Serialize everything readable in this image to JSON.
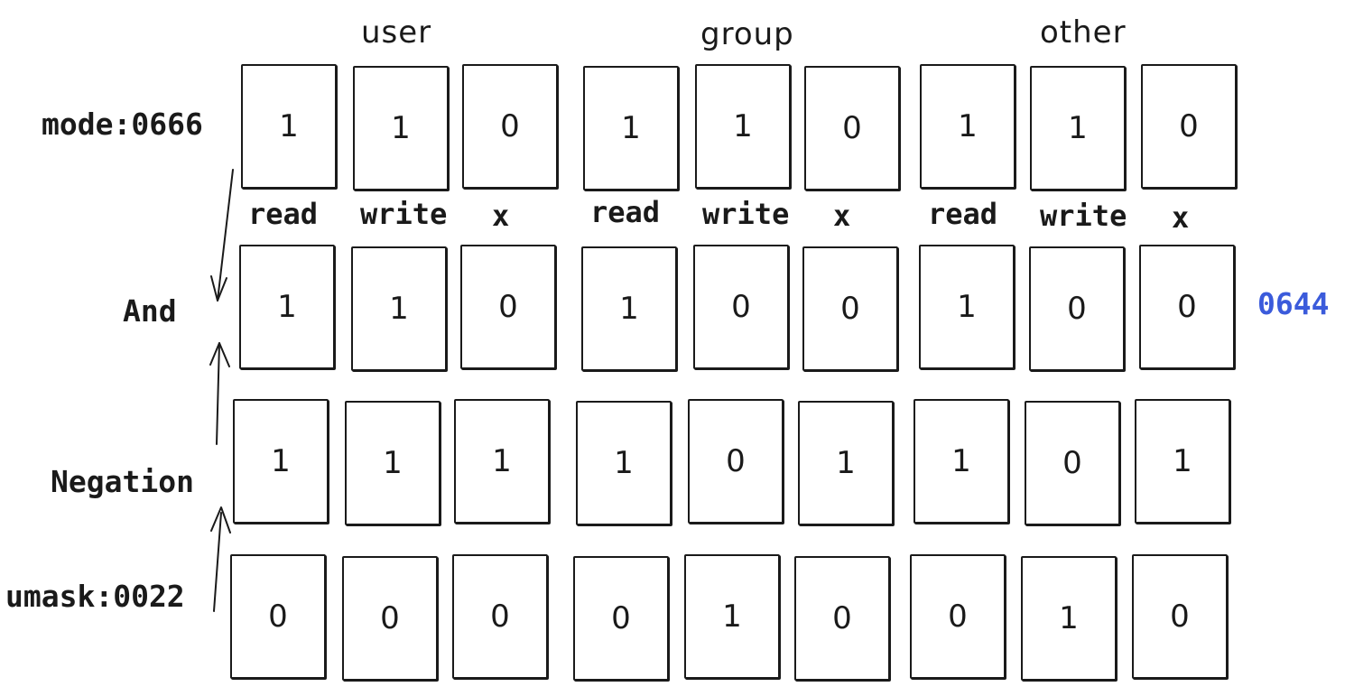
{
  "groups": {
    "user": "user",
    "group": "group",
    "other": "other"
  },
  "perm_labels": {
    "read": "read",
    "write": "write",
    "x": "x"
  },
  "rows": {
    "mode": {
      "label": "mode:0666",
      "bits": [
        "1",
        "1",
        "0",
        "1",
        "1",
        "0",
        "1",
        "1",
        "0"
      ]
    },
    "and": {
      "label": "And",
      "bits": [
        "1",
        "1",
        "0",
        "1",
        "0",
        "0",
        "1",
        "0",
        "0"
      ],
      "result": "0644"
    },
    "negation": {
      "label": "Negation",
      "bits": [
        "1",
        "1",
        "1",
        "1",
        "0",
        "1",
        "1",
        "0",
        "1"
      ]
    },
    "umask": {
      "label": "umask:0022",
      "bits": [
        "0",
        "0",
        "0",
        "0",
        "1",
        "0",
        "0",
        "1",
        "0"
      ]
    }
  },
  "colors": {
    "stroke": "#1a1a1a",
    "result": "#3b5bdb",
    "background": "#ffffff"
  }
}
